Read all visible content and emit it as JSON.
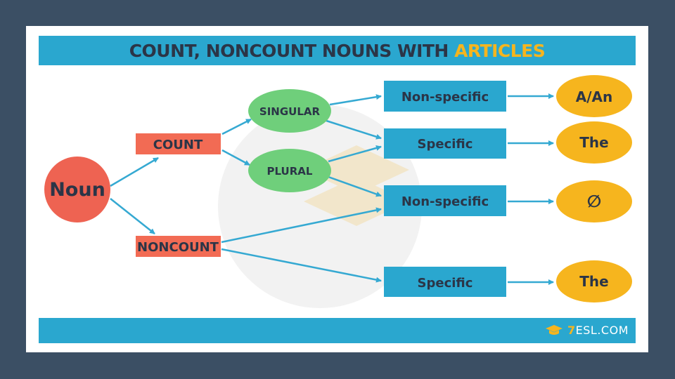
{
  "title": {
    "main": "COUNT, NONCOUNT NOUNS WITH",
    "accent": "ARTICLES"
  },
  "nodes": {
    "noun": "Noun",
    "count": "COUNT",
    "noncount": "NONCOUNT",
    "singular": "SINGULAR",
    "plural": "PLURAL",
    "nonspecific_1": "Non-specific",
    "specific_1": "Specific",
    "nonspecific_2": "Non-specific",
    "specific_2": "Specific",
    "article_1": "A/An",
    "article_2": "The",
    "article_3": "∅",
    "article_4": "The"
  },
  "footer": {
    "brand_mark": "7",
    "brand_text": "ESL.COM",
    "logo_icon": "graduation-cap-icon"
  },
  "colors": {
    "background": "#3b4f64",
    "bar": "#2aa7cf",
    "title_text": "#2b3547",
    "accent": "#f6b51e",
    "noun": "#ee6352",
    "count_box": "#f26b54",
    "green": "#6fcf7b",
    "blue_box": "#2aa7cf",
    "yellow": "#f6b51e",
    "arrow": "#35a9d2"
  }
}
